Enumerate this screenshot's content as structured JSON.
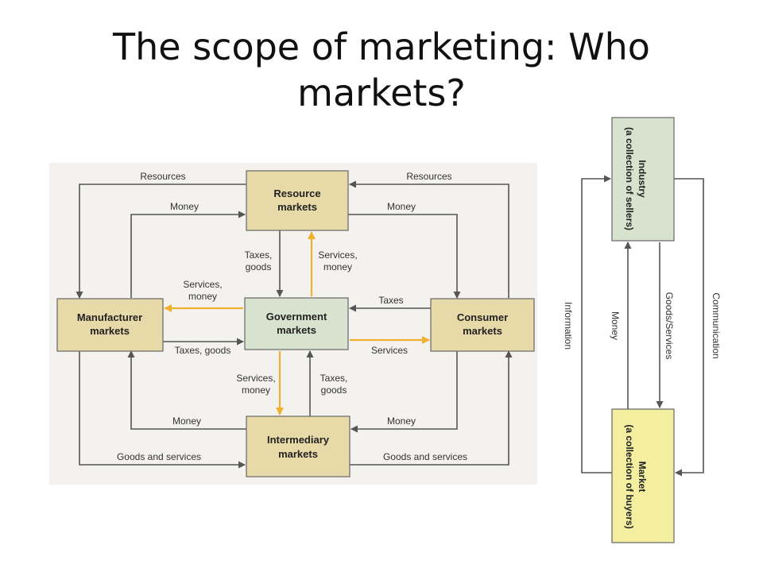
{
  "title": "The scope of marketing: Who markets?",
  "colors": {
    "box_tan": "#e8d9a8",
    "box_green": "#d7e3cf",
    "box_yellow": "#f3eea0",
    "arrow_gray": "#555555",
    "arrow_orange": "#f0b030"
  },
  "left_diagram": {
    "boxes": {
      "resource": [
        "Resource",
        "markets"
      ],
      "government": [
        "Government",
        "markets"
      ],
      "manufacturer": [
        "Manufacturer",
        "markets"
      ],
      "consumer": [
        "Consumer",
        "markets"
      ],
      "intermediary": [
        "Intermediary",
        "markets"
      ]
    },
    "labels": {
      "resources_left": "Resources",
      "resources_right": "Resources",
      "money_top_left": "Money",
      "money_top_right": "Money",
      "taxes_goods_top": [
        "Taxes,",
        "goods"
      ],
      "services_money_top": [
        "Services,",
        "money"
      ],
      "services_money_left": [
        "Services,",
        "money"
      ],
      "taxes_right": "Taxes",
      "taxes_goods_left": "Taxes, goods",
      "services_right": "Services",
      "services_money_bottom": [
        "Services,",
        "money"
      ],
      "taxes_goods_bottom": [
        "Taxes,",
        "goods"
      ],
      "money_bottom_left": "Money",
      "money_bottom_right": "Money",
      "goods_services_left": "Goods and services",
      "goods_services_right": "Goods and services"
    }
  },
  "right_diagram": {
    "industry": [
      "Industry",
      "(a collection of sellers)"
    ],
    "market": [
      "Market",
      "(a collection of buyers)"
    ],
    "information": "Information",
    "money": "Money",
    "goods_services": "Goods/Services",
    "communication": "Communication"
  }
}
